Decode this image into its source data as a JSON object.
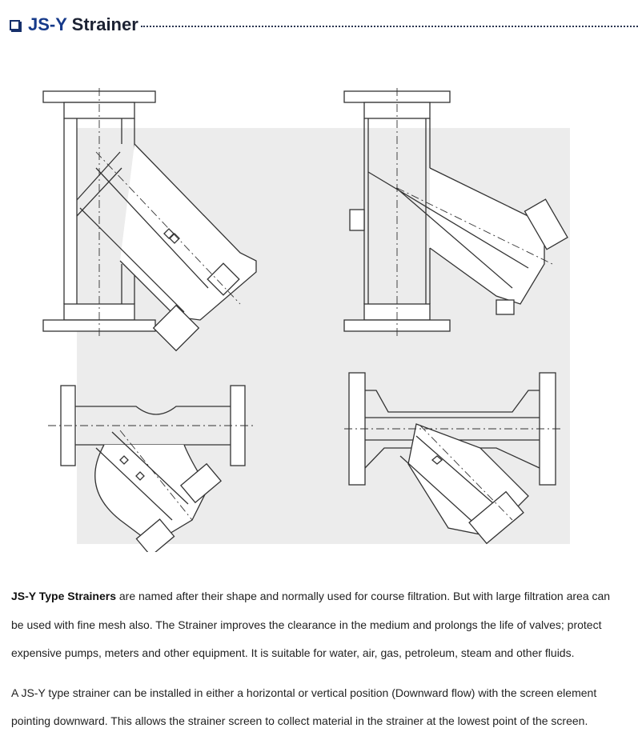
{
  "header": {
    "title_code": "JS-Y",
    "title_word": "Strainer",
    "checkbox_icon": "checkbox-icon"
  },
  "description": {
    "p1_bold": "JS-Y Type Strainers",
    "p1_line1_rest": " are named after their shape and normally used for course filtration. But with large filtration area can",
    "p1_line2": "be used with fine mesh also. The Strainer improves the clearance in the medium and prolongs the life of valves; protect",
    "p1_line3": "expensive pumps, meters and other equipment. It is suitable for water, air, gas, petroleum, steam and other fluids.",
    "p2_line1": "A JS-Y type strainer can be installed in either a horizontal or vertical position (Downward flow) with the screen element",
    "p2_line2": "pointing downward. This allows the strainer screen to collect material in the strainer at the lowest point of the screen."
  },
  "colors": {
    "title_code": "#163a8a",
    "title_word": "#1c2233",
    "drawing_bg": "#ececec",
    "line": "#333333"
  }
}
